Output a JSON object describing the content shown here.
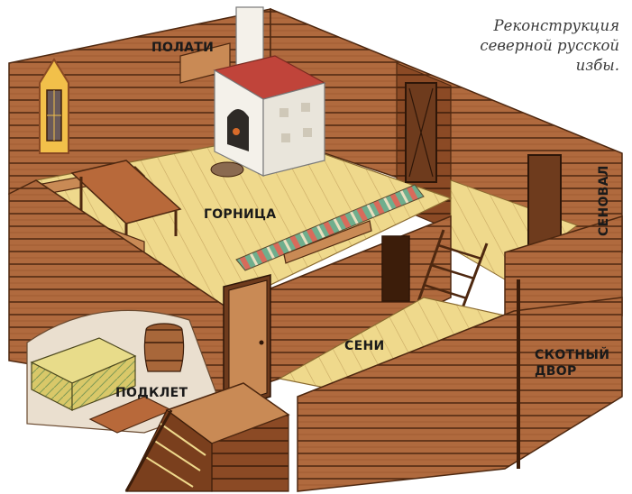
{
  "caption": {
    "line1": "Реконструкция",
    "line2": "северной русской",
    "line3": "избы."
  },
  "labels": {
    "polati": "ПОЛАТИ",
    "gornitsa": "ГОРНИЦА",
    "seni": "СЕНИ",
    "podklet": "ПОДКЛЕТ",
    "senoval": "СЕНОВАЛ",
    "skotny_line1": "СКОТНЫЙ",
    "skotny_line2": "ДВОР"
  },
  "colors": {
    "log": "#b06a3e",
    "log_dark": "#7a3f1d",
    "log_line": "#4e2810",
    "floor": "#efd98c",
    "floor_line": "#c8a862",
    "stove": "#f4f1ea",
    "stove_top": "#c0443a",
    "door": "#c98a55",
    "window": "#f2c04a",
    "rug_a": "#6fae8d",
    "rug_b": "#d86b5b"
  }
}
